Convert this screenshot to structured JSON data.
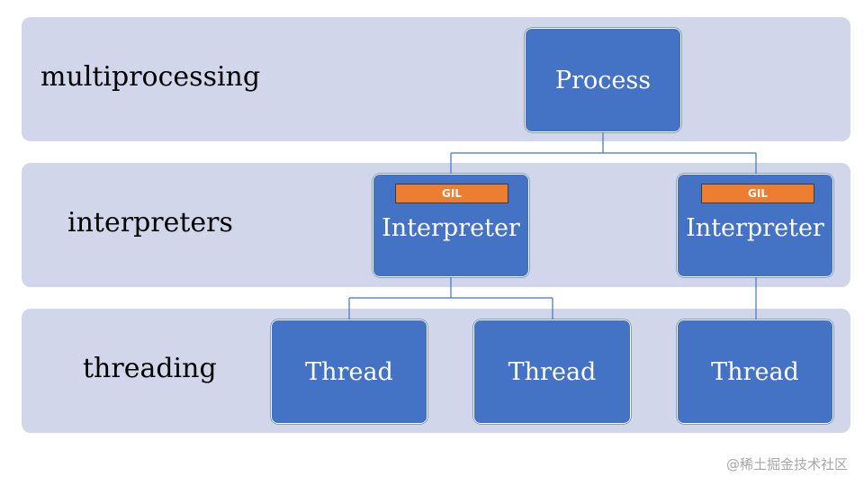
{
  "layers": {
    "multiprocessing": "multiprocessing",
    "interpreters": "interpreters",
    "threading": "threading"
  },
  "nodes": {
    "process": "Process",
    "interpreter_1": "Interpreter",
    "interpreter_2": "Interpreter",
    "thread_1": "Thread",
    "thread_2": "Thread",
    "thread_3": "Thread"
  },
  "locks": {
    "gil_1": "GIL",
    "gil_2": "GIL"
  },
  "watermark": "@稀土掘金技术社区",
  "colors": {
    "band": "#d1d6ea",
    "node": "#4472c4",
    "gil": "#ed7d31",
    "connector": "#4472c4"
  }
}
